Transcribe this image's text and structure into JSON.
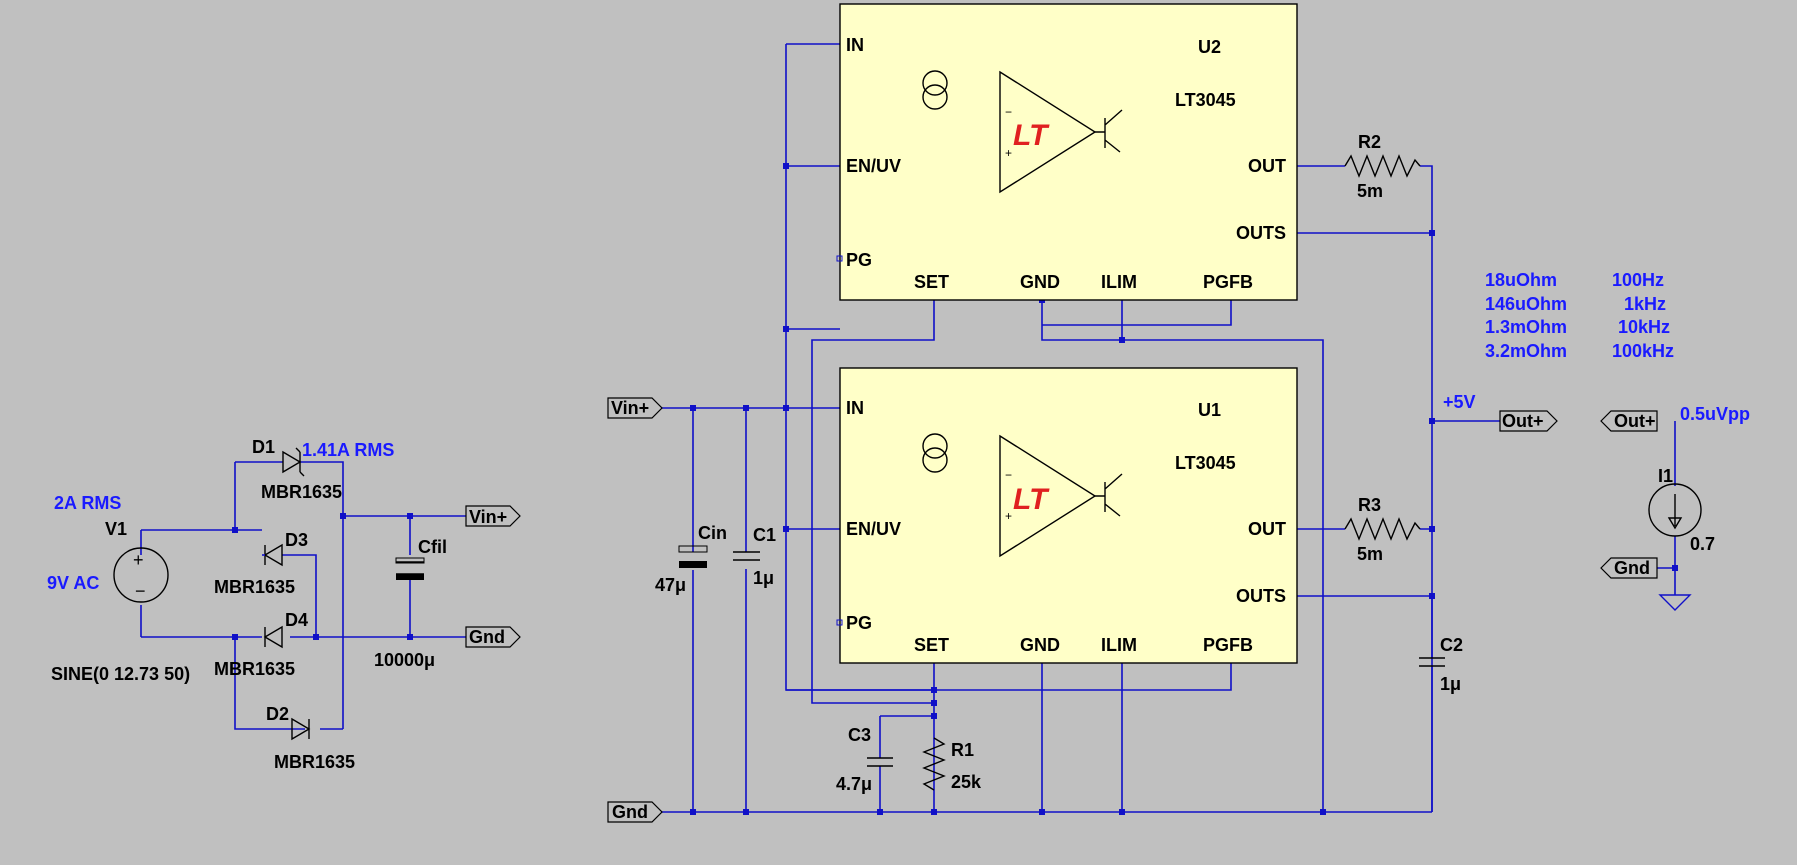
{
  "u2": {
    "ref": "U2",
    "part": "LT3045",
    "pins": {
      "in": "IN",
      "en": "EN/UV",
      "pg": "PG",
      "set": "SET",
      "gnd": "GND",
      "ilim": "ILIM",
      "pgfb": "PGFB",
      "out": "OUT",
      "outs": "OUTS"
    }
  },
  "u1": {
    "ref": "U1",
    "part": "LT3045",
    "pins": {
      "in": "IN",
      "en": "EN/UV",
      "pg": "PG",
      "set": "SET",
      "gnd": "GND",
      "ilim": "ILIM",
      "pgfb": "PGFB",
      "out": "OUT",
      "outs": "OUTS"
    }
  },
  "source": {
    "ref": "V1",
    "amplitude": "2A RMS",
    "label": "9V AC",
    "spec": "SINE(0 12.73 50)"
  },
  "diodes": {
    "d1": {
      "ref": "D1",
      "part": "MBR1635",
      "note": "1.41A RMS"
    },
    "d2": {
      "ref": "D2",
      "part": "MBR1635"
    },
    "d3": {
      "ref": "D3",
      "part": "MBR1635"
    },
    "d4": {
      "ref": "D4",
      "part": "MBR1635"
    }
  },
  "caps": {
    "cfil": {
      "ref": "Cfil",
      "value": "10000μ"
    },
    "cin": {
      "ref": "Cin",
      "value": "47μ"
    },
    "c1": {
      "ref": "C1",
      "value": "1μ"
    },
    "c2": {
      "ref": "C2",
      "value": "1μ"
    },
    "c3": {
      "ref": "C3",
      "value": "4.7μ"
    }
  },
  "resistors": {
    "r1": {
      "ref": "R1",
      "value": "25k"
    },
    "r2": {
      "ref": "R2",
      "value": "5m"
    },
    "r3": {
      "ref": "R3",
      "value": "5m"
    }
  },
  "load": {
    "ref": "I1",
    "value": "0.7",
    "note": "0.5uVpp"
  },
  "nets": {
    "vin": "Vin+",
    "gnd": "Gnd",
    "out": "Out+",
    "plus5": "+5V"
  },
  "impedance_table": [
    {
      "z": "18uOhm",
      "f": "100Hz"
    },
    {
      "z": "146uOhm",
      "f": "1kHz"
    },
    {
      "z": "1.3mOhm",
      "f": "10kHz"
    },
    {
      "z": "3.2mOhm",
      "f": "100kHz"
    }
  ],
  "colors": {
    "background": "#c0c0c0",
    "wire": "#1010c8",
    "ic_fill": "#ffffc8",
    "annotation": "#1a1aff",
    "logo": "#e02020"
  }
}
